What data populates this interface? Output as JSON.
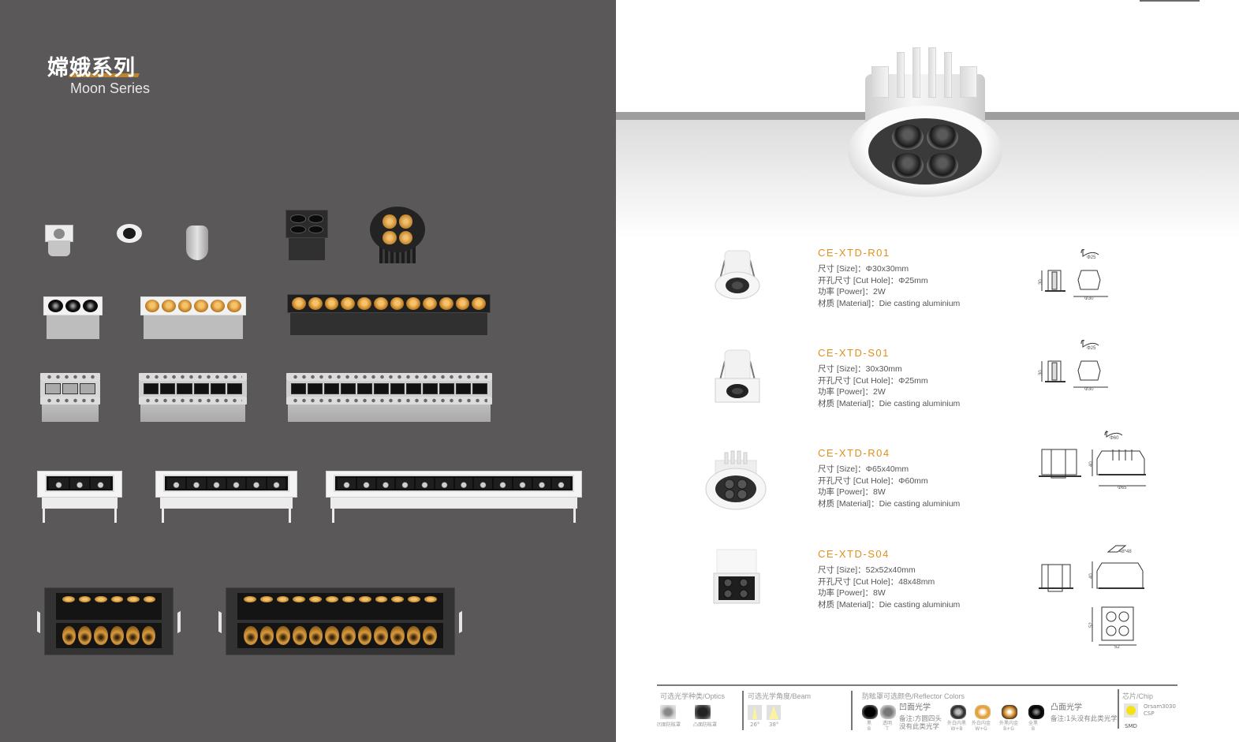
{
  "series": {
    "title_cn": "嫦娥系列",
    "title_en": "Moon Series",
    "accent_color": "#c98a2d"
  },
  "left_gallery": {
    "rows": [
      {
        "row": 1,
        "items": [
          "white-square-spot-small",
          "white-round-spot-small",
          "white-round-spot-narrow",
          "black-square-4-head",
          "black-round-4-head-gold"
        ]
      },
      {
        "row": 2,
        "items": [
          "white-linear-3-head",
          "white-linear-6-head-gold",
          "black-linear-12-head-gold"
        ]
      },
      {
        "row": 3,
        "items": [
          "trimless-linear-3-head",
          "trimless-linear-6-head",
          "trimless-linear-12-head"
        ]
      },
      {
        "row": 4,
        "items": [
          "white-framed-linear-3-head",
          "white-framed-linear-6-head",
          "white-framed-linear-12-head"
        ]
      },
      {
        "row": 5,
        "items": [
          "black-double-row-6-head-gold",
          "black-double-row-12-head-gold"
        ]
      }
    ]
  },
  "products": [
    {
      "model": "CE-XTD-R01",
      "size": "尺寸  [Size]：Φ30x30mm",
      "cut_hole": "开孔尺寸  [Cut Hole]：Φ25mm",
      "power": "功率  [Power]：2W",
      "material": "材质  [Material]：Die casting aluminium",
      "drawing": {
        "cut": "Φ25",
        "height": "30",
        "width": "Φ30"
      }
    },
    {
      "model": "CE-XTD-S01",
      "size": "尺寸  [Size]：30x30mm",
      "cut_hole": "开孔尺寸  [Cut Hole]：Φ25mm",
      "power": "功率  [Power]：2W",
      "material": "材质  [Material]：Die casting aluminium",
      "drawing": {
        "cut": "Φ25",
        "height": "30",
        "width": "Φ30"
      }
    },
    {
      "model": "CE-XTD-R04",
      "size": "尺寸  [Size]：Φ65x40mm",
      "cut_hole": "开孔尺寸  [Cut Hole]：Φ60mm",
      "power": "功率  [Power]：8W",
      "material": "材质  [Material]：Die casting aluminium",
      "drawing": {
        "cut": "Φ60",
        "height": "40",
        "width": "Φ65"
      }
    },
    {
      "model": "CE-XTD-S04",
      "size": "尺寸  [Size]：52x52x40mm",
      "cut_hole": "开孔尺寸  [Cut Hole]：48x48mm",
      "power": "功率  [Power]：8W",
      "material": "材质  [Material]：Die casting aluminium",
      "drawing": {
        "cut": "48*48",
        "height": "40",
        "depth": "52",
        "width": "52"
      }
    }
  ],
  "footer": {
    "optics": {
      "heading": "可选光学种类/Optics",
      "items": [
        {
          "label": "凹面防眩罩"
        },
        {
          "label": "凸面防眩罩"
        }
      ]
    },
    "beam": {
      "heading": "可选光学角度/Beam",
      "items": [
        {
          "label": "26°"
        },
        {
          "label": "38°"
        }
      ]
    },
    "reflector": {
      "heading": "防眩罩可选颜色/Reflector Colors",
      "concave": {
        "title": "凹面光学",
        "note1": "备注:方圆四头",
        "note2": "没有此类光学",
        "items": [
          {
            "cn": "黑",
            "code": "B"
          },
          {
            "cn": "透明",
            "code": "T"
          }
        ]
      },
      "colored": [
        {
          "cn": "外白内黑",
          "code": "W+B"
        },
        {
          "cn": "外白内金",
          "code": "W+G"
        },
        {
          "cn": "外黑内金",
          "code": "B+G"
        },
        {
          "cn": "全黑",
          "code": "B"
        }
      ],
      "convex": {
        "title": "凸面光学",
        "note": "备注:1头没有此类光学"
      }
    },
    "chip": {
      "heading": "芯片/Chip",
      "line1": "Orsam3030",
      "line2": "CSP",
      "type": "SMD",
      "chip_color": "#f5e11a"
    }
  }
}
